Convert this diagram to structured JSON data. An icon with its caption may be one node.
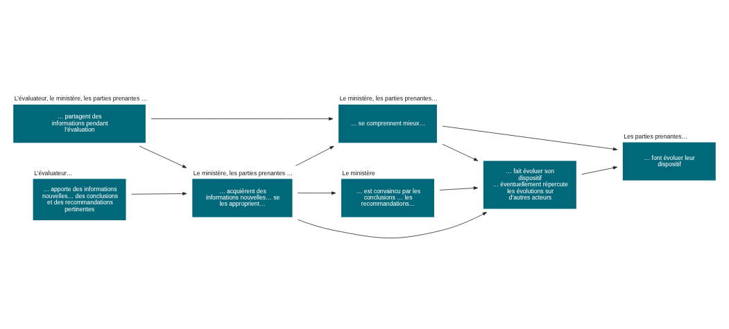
{
  "diagram": {
    "nodes": [
      {
        "text": [
          "L’évaluateur, le ministère, les parties prenantes …",
          "… partagent des informations pendant l’évaluation"
        ]
      },
      {
        "text": [
          "Le ministère, les parties prenantes…",
          "… se comprennent mieux…"
        ]
      },
      {
        "text": [
          "Le ministère, les parties prenantes …",
          "… acquièrent des informations nouvelles… se les approprient…"
        ]
      },
      {
        "text": [
          "Les parties prenantes…",
          "… font évoluer leur dispositif"
        ]
      },
      {
        "text": [
          "L’évaluateur…",
          "… apporte des informations nouvelles… des conclusions et des recommandations pertinentes"
        ]
      },
      {
        "text": [
          "Le ministère",
          "… est convaincu par les conclusions … les recommandations…"
        ]
      },
      {
        "text": [
          "… fait évoluer son dispositif",
          "… éventuellement répercute les évolutions sur d’autres acteurs"
        ]
      }
    ],
    "edges": [
      {
        "from": 0,
        "to": 1,
        "arrow": "to"
      },
      {
        "from": 0,
        "to": 2,
        "arrow": "to"
      },
      {
        "from": 2,
        "to": 1,
        "arrow": "to"
      },
      {
        "from": 1,
        "to": 3,
        "arrow": "to"
      },
      {
        "from": 4,
        "to": 2,
        "arrow": "to"
      },
      {
        "from": 2,
        "to": 5,
        "arrow": "to"
      },
      {
        "from": 2,
        "to": 6,
        "arrow": "to"
      },
      {
        "from": 1,
        "to": 6,
        "arrow": "to"
      },
      {
        "from": 5,
        "to": 6,
        "arrow": "to"
      },
      {
        "from": 6,
        "to": 3,
        "arrow": "to"
      }
    ]
  }
}
